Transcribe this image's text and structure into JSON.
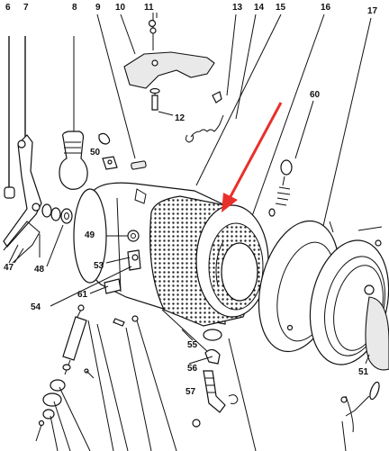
{
  "diagram": {
    "callouts": [
      {
        "id": "c6",
        "label": "6"
      },
      {
        "id": "c7",
        "label": "7"
      },
      {
        "id": "c8",
        "label": "8"
      },
      {
        "id": "c9",
        "label": "9"
      },
      {
        "id": "c10",
        "label": "10"
      },
      {
        "id": "c11",
        "label": "11"
      },
      {
        "id": "c12",
        "label": "12"
      },
      {
        "id": "c13",
        "label": "13"
      },
      {
        "id": "c14",
        "label": "14"
      },
      {
        "id": "c15",
        "label": "15"
      },
      {
        "id": "c16",
        "label": "16"
      },
      {
        "id": "c17",
        "label": "17"
      },
      {
        "id": "c60",
        "label": "60"
      },
      {
        "id": "c50",
        "label": "50"
      },
      {
        "id": "c49",
        "label": "49"
      },
      {
        "id": "c53",
        "label": "53"
      },
      {
        "id": "c47",
        "label": "47"
      },
      {
        "id": "c48",
        "label": "48"
      },
      {
        "id": "c54",
        "label": "54"
      },
      {
        "id": "c61",
        "label": "61"
      },
      {
        "id": "c55",
        "label": "55"
      },
      {
        "id": "c56",
        "label": "56"
      },
      {
        "id": "c57",
        "label": "57"
      },
      {
        "id": "c51",
        "label": "51"
      }
    ],
    "arrow_color": "#e8302a"
  }
}
